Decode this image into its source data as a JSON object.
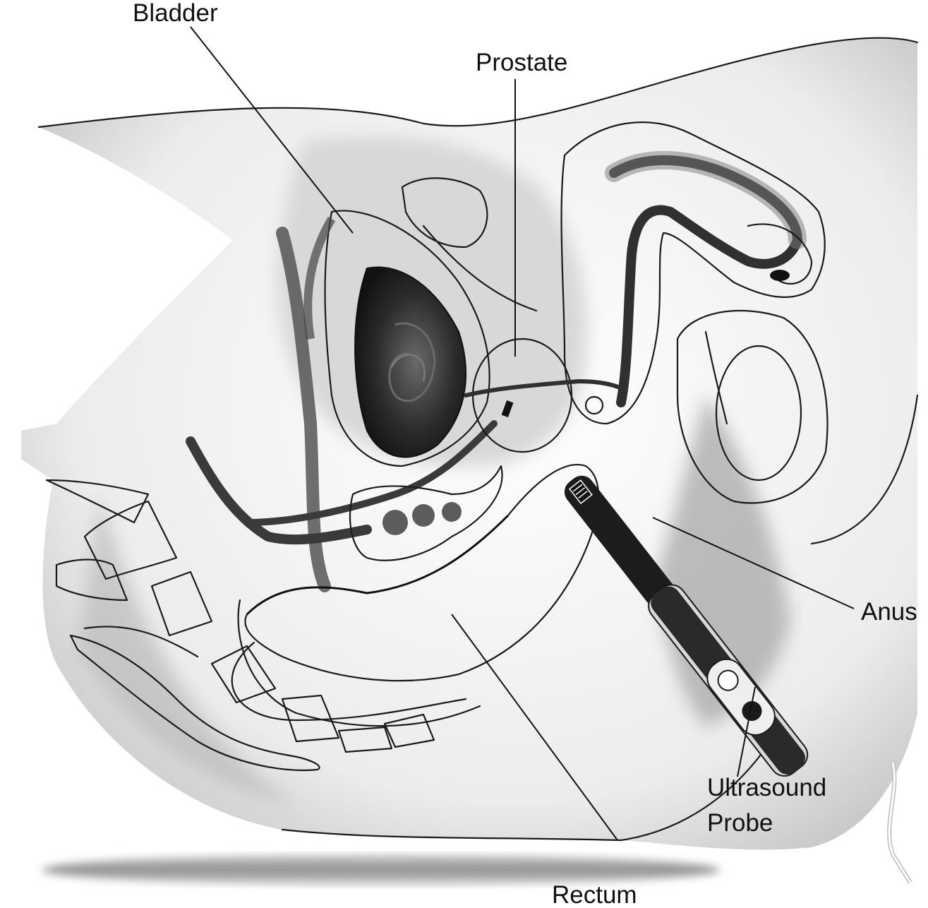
{
  "labels": {
    "bladder": "Bladder",
    "prostate": "Prostate",
    "anus": "Anus",
    "ultrasound_line1": "Ultrasound",
    "ultrasound_line2": "Probe",
    "rectum": "Rectum"
  },
  "colors": {
    "ink": "#111111",
    "skin": "#f2f2f2",
    "shade": "#9a9a9a",
    "dark_tissue": "#2e2e2e",
    "prostate_fill": "#bdbdbd",
    "probe": "#1c1c1c"
  }
}
